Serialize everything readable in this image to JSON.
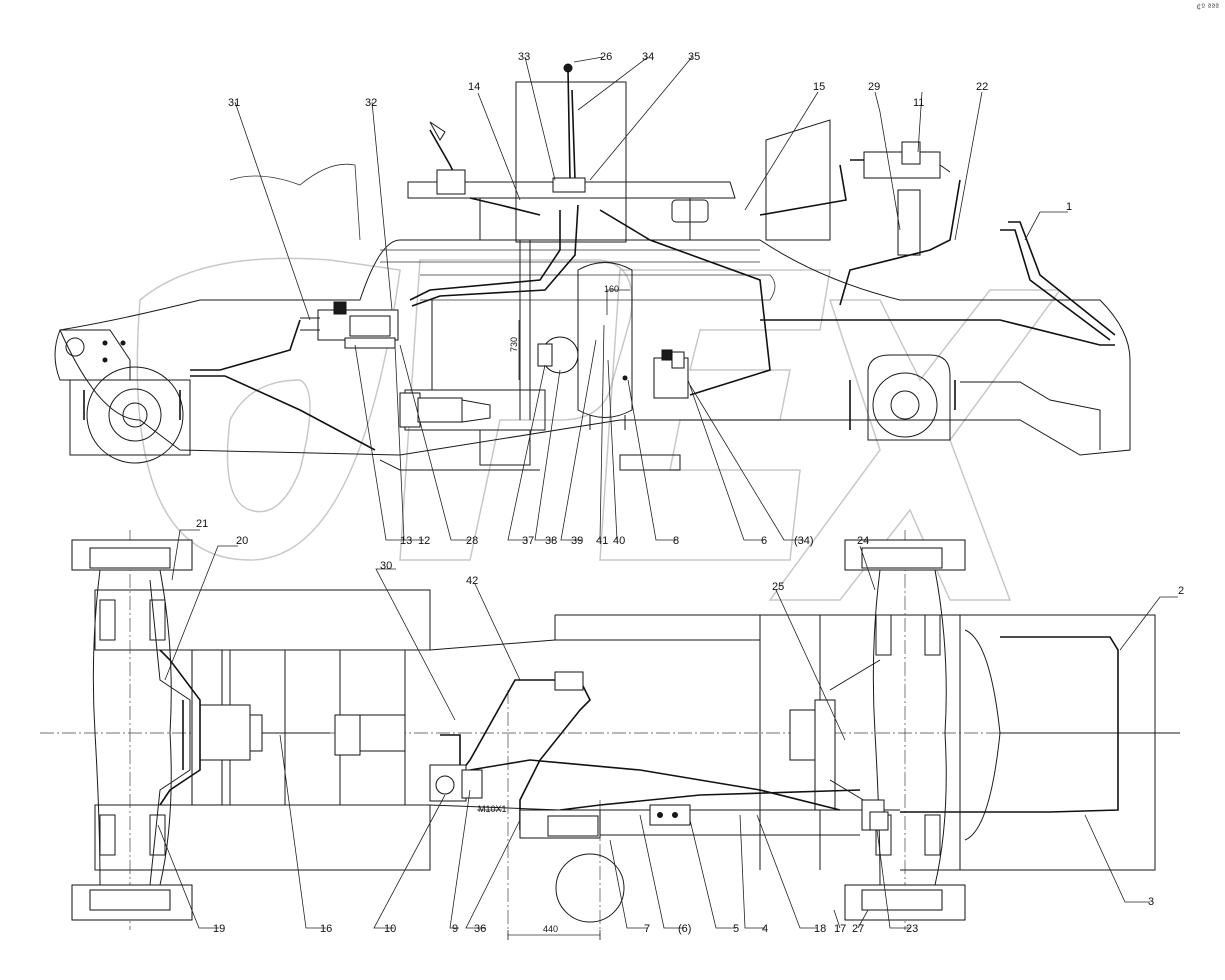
{
  "corner_mark": "¢º ªªª",
  "dimensions": {
    "d160": "160",
    "d730": "730",
    "d440": "440",
    "thread": "M10X1"
  },
  "callouts": [
    {
      "id": "c1",
      "label": "1"
    },
    {
      "id": "c2",
      "label": "2"
    },
    {
      "id": "c3",
      "label": "3"
    },
    {
      "id": "c4",
      "label": "4"
    },
    {
      "id": "c5",
      "label": "5"
    },
    {
      "id": "c6a",
      "label": "(6)"
    },
    {
      "id": "c6b",
      "label": "6"
    },
    {
      "id": "c7",
      "label": "7"
    },
    {
      "id": "c8",
      "label": "8"
    },
    {
      "id": "c9",
      "label": "9"
    },
    {
      "id": "c10",
      "label": "10"
    },
    {
      "id": "c11",
      "label": "11"
    },
    {
      "id": "c12",
      "label": "12"
    },
    {
      "id": "c13",
      "label": "13"
    },
    {
      "id": "c14",
      "label": "14"
    },
    {
      "id": "c15",
      "label": "15"
    },
    {
      "id": "c16",
      "label": "16"
    },
    {
      "id": "c17",
      "label": "17"
    },
    {
      "id": "c18",
      "label": "18"
    },
    {
      "id": "c19",
      "label": "19"
    },
    {
      "id": "c20",
      "label": "20"
    },
    {
      "id": "c21",
      "label": "21"
    },
    {
      "id": "c22",
      "label": "22"
    },
    {
      "id": "c23",
      "label": "23"
    },
    {
      "id": "c24",
      "label": "24"
    },
    {
      "id": "c25",
      "label": "25"
    },
    {
      "id": "c26",
      "label": "26"
    },
    {
      "id": "c27",
      "label": "27"
    },
    {
      "id": "c28",
      "label": "28"
    },
    {
      "id": "c29",
      "label": "29"
    },
    {
      "id": "c30",
      "label": "30"
    },
    {
      "id": "c31",
      "label": "31"
    },
    {
      "id": "c32",
      "label": "32"
    },
    {
      "id": "c33",
      "label": "33"
    },
    {
      "id": "c34",
      "label": "34"
    },
    {
      "id": "c34b",
      "label": "(34)"
    },
    {
      "id": "c35",
      "label": "35"
    },
    {
      "id": "c36",
      "label": "36"
    },
    {
      "id": "c37",
      "label": "37"
    },
    {
      "id": "c38",
      "label": "38"
    },
    {
      "id": "c39",
      "label": "39"
    },
    {
      "id": "c40",
      "label": "40"
    },
    {
      "id": "c41",
      "label": "41"
    },
    {
      "id": "c42",
      "label": "42"
    }
  ]
}
